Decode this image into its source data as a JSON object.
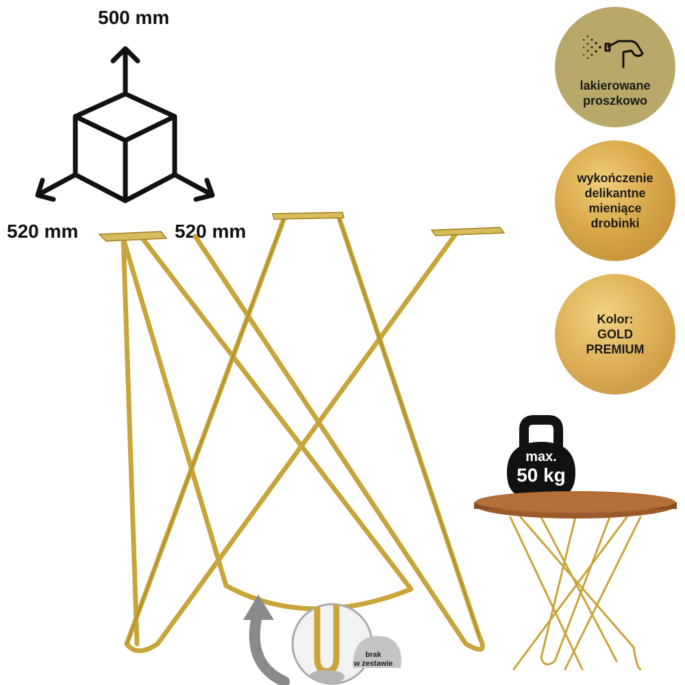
{
  "dimensions": {
    "height": "500 mm",
    "width": "520 mm",
    "depth": "520 mm"
  },
  "badges": [
    {
      "icon": "spray-gun-icon",
      "lines": [
        "lakierowane",
        "proszkowo"
      ]
    },
    {
      "lines": [
        "wykończenie",
        "delikantne",
        "mieniące",
        "drobinki"
      ]
    },
    {
      "lines": [
        "Kolor:",
        "GOLD",
        "PREMIUM"
      ]
    }
  ],
  "weight": {
    "icon": "kettlebell-icon",
    "line1": "max.",
    "line2": "50 kg"
  },
  "kit_note": {
    "line1": "brak",
    "line2": "w zestawie"
  },
  "colors": {
    "gold": "#c9a43a",
    "gold_dark": "#9f7f22",
    "wood": "#9a5a2a",
    "badge_olive": "#b8a96a",
    "icon_black": "#111111"
  }
}
